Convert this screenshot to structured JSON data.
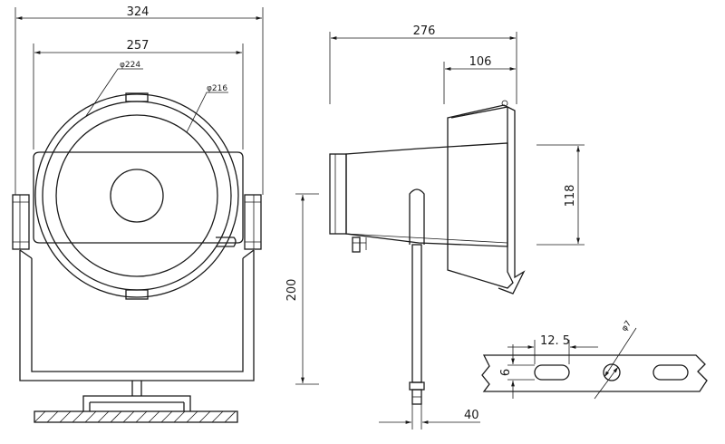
{
  "dimensions": {
    "front_overall_width": "324",
    "front_body_width": "257",
    "outer_diameter": "φ224",
    "inner_diameter": "φ216",
    "side_length": "276",
    "bracket_depth": "106",
    "mount_height": "118",
    "pole_height": "200",
    "pole_offset": "40",
    "slot_pitch": "12. 5",
    "slot_width": "6",
    "hole_diameter": "φ7"
  },
  "colors": {
    "line": "#1a1a1a",
    "background": "#ffffff"
  }
}
